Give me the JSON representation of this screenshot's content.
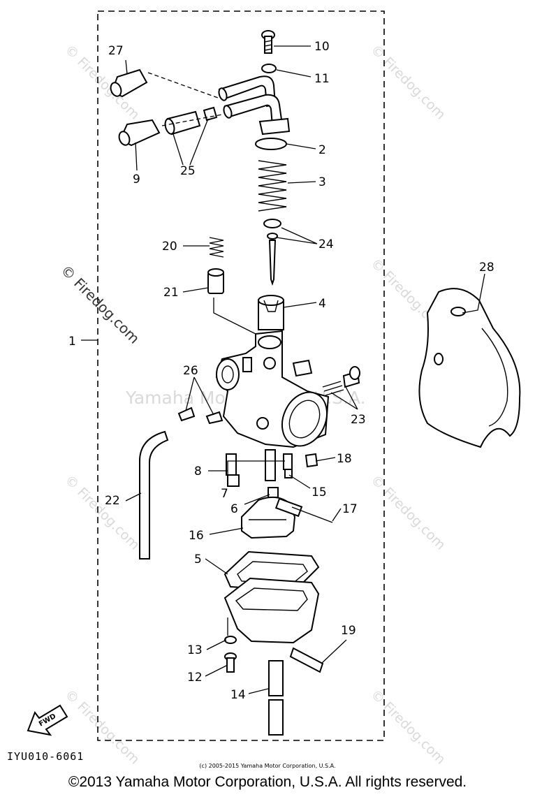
{
  "watermarks": {
    "center": "Yamaha Motor Corp., U.S.A.",
    "brand": "© Firedog.com"
  },
  "diagram": {
    "code": "IYU010-6061",
    "fwd": "FWD"
  },
  "callouts": {
    "c1": "1",
    "c2": "2",
    "c3": "3",
    "c4": "4",
    "c5": "5",
    "c6": "6",
    "c7": "7",
    "c8": "8",
    "c9": "9",
    "c10": "10",
    "c11": "11",
    "c12": "12",
    "c13": "13",
    "c14": "14",
    "c15": "15",
    "c16": "16",
    "c17": "17",
    "c18": "18",
    "c19": "19",
    "c20": "20",
    "c21": "21",
    "c22": "22",
    "c23": "23",
    "c24": "24",
    "c25": "25",
    "c26": "26",
    "c27": "27",
    "c28": "28"
  },
  "footer": {
    "small": "(c) 2005-2015 Yamaha Motor Corporation, U.S.A.",
    "main": "©2013 Yamaha Motor Corporation, U.S.A. All rights reserved."
  }
}
